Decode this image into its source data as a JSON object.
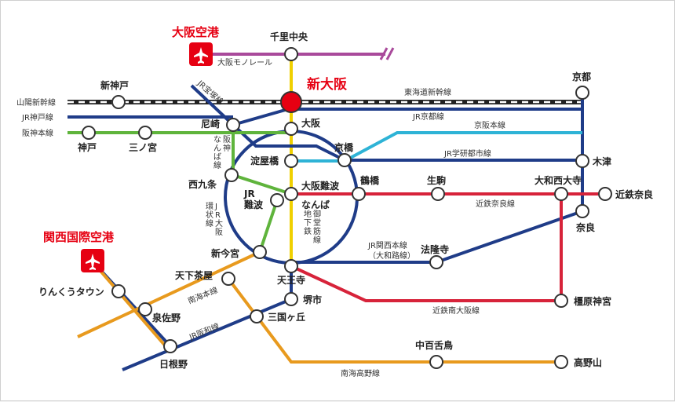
{
  "colors": {
    "monorail": "#a94a9b",
    "midosuji": "#f0d000",
    "jr_blue": "#1f3c88",
    "green": "#5fb43c",
    "kyoto_line": "#2eb3d6",
    "kintetsu": "#d7233a",
    "nankai": "#e89a1e",
    "airport": "#e60012"
  },
  "airports": {
    "itami": {
      "name": "大阪空港"
    },
    "kansai": {
      "name": "関西国際空港"
    }
  },
  "stations": {
    "senri_chuo": "千里中央",
    "shin_osaka": "新大阪",
    "shin_kobe": "新神戸",
    "kyoto": "京都",
    "osaka": "大阪",
    "amagasaki": "尼崎",
    "kobe": "神戸",
    "sannomiya": "三ノ宮",
    "kyobashi": "京橋",
    "yodoyabashi": "淀屋橋",
    "kizu": "木津",
    "nishikujo": "西九条",
    "tsuruhashi": "鶴橋",
    "ikoma": "生駒",
    "yamato_saidaiji": "大和西大寺",
    "kintetsu_nara": "近鉄奈良",
    "jr_namba": "JR\n難波",
    "osaka_namba": "大阪難波",
    "namba": "なんば",
    "nara": "奈良",
    "shin_imamiya": "新今宮",
    "horyuji": "法隆寺",
    "tengachaya": "天下茶屋",
    "tennoji": "天王寺",
    "rinku_town": "りんくうタウン",
    "izumisano": "泉佐野",
    "sakaishi": "堺市",
    "kashihara_jingu": "橿原神宮",
    "mikunigaoka": "三国ヶ丘",
    "hineno": "日根野",
    "nakamozu": "中百舌鳥",
    "koyasan": "高野山"
  },
  "lines": {
    "monorail": "大阪モノレール",
    "sanyo_shinkansen": "山陽新幹線",
    "tokaido_shinkansen": "東海道新幹線",
    "jr_takarazuka": "JR宝塚線",
    "jr_kobe": "JR神戸線",
    "hanshin_main": "阪神本線",
    "jr_kyoto": "JR京都線",
    "keihan_main": "京阪本線",
    "hanshin_namba": "阪神\nなんば線",
    "jr_gakkentoshi": "JR学研都市線",
    "jr_osaka_loop": "JR大阪\n環状線",
    "kintetsu_nara_line": "近鉄奈良線",
    "midosuji": "御堂筋線\n地下鉄",
    "jr_kansai_main": "JR関西本線",
    "yamatoji": "（大和路線）",
    "nankai_main": "南海本線",
    "kintetsu_minami_osaka": "近鉄南大阪線",
    "jr_hanwa": "JR阪和線",
    "nankai_koya": "南海高野線"
  }
}
